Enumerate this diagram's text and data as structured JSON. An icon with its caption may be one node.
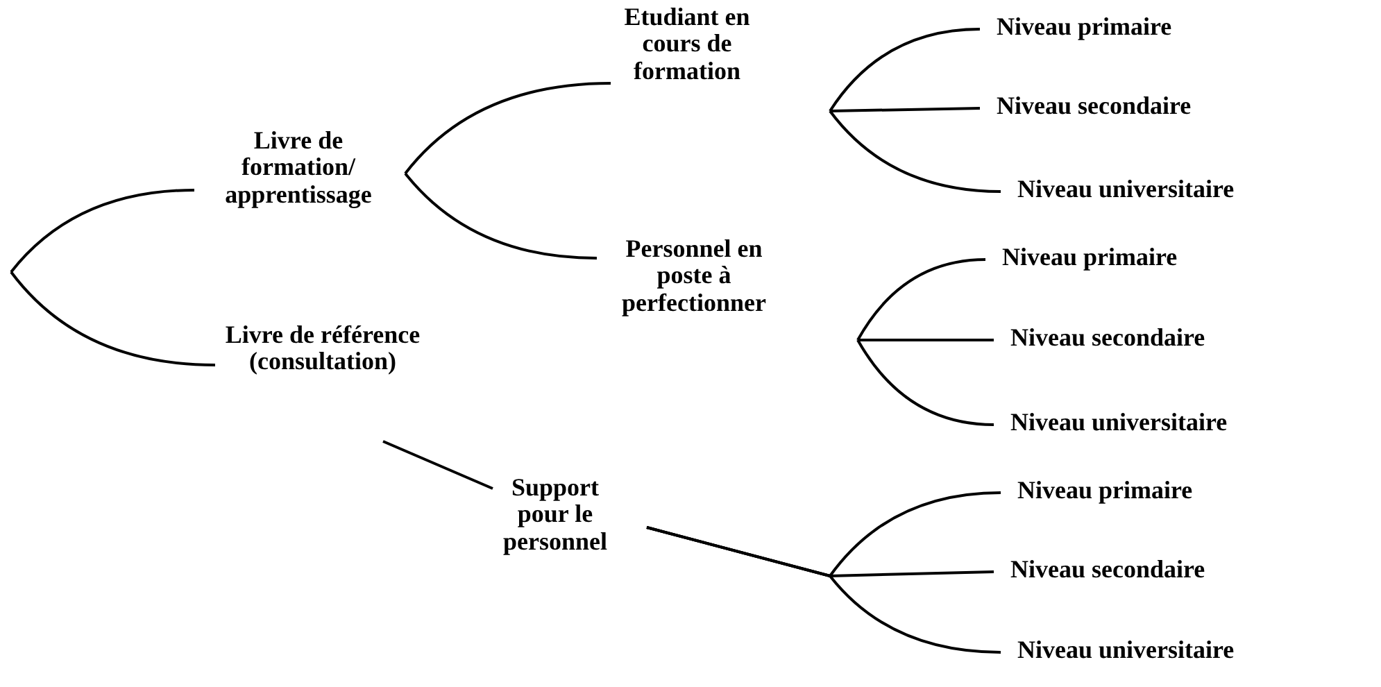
{
  "diagram": {
    "nodes": [
      {
        "text": [
          "Livre de formation/ apprentissage"
        ]
      },
      {
        "text": [
          "Etudiant en cours de formation"
        ]
      },
      {
        "text": [
          "Niveau primaire"
        ]
      },
      {
        "text": [
          "Niveau secondaire"
        ]
      },
      {
        "text": [
          "Niveau universitaire"
        ]
      },
      {
        "text": [
          "Personnel en poste à perfectionner"
        ]
      },
      {
        "text": [
          "Niveau primaire"
        ]
      },
      {
        "text": [
          "Niveau secondaire"
        ]
      },
      {
        "text": [
          "Niveau universitaire"
        ]
      },
      {
        "text": [
          "Livre de référence (consultation)"
        ]
      },
      {
        "text": [
          "Support pour le personnel"
        ]
      },
      {
        "text": [
          "Niveau primaire"
        ]
      },
      {
        "text": [
          "Niveau secondaire"
        ]
      },
      {
        "text": [
          "Niveau universitaire"
        ]
      }
    ],
    "edges": [
      {
        "from": null,
        "to": 0,
        "arrow": "none"
      },
      {
        "from": null,
        "to": 9,
        "arrow": "none"
      },
      {
        "from": 0,
        "to": 1,
        "arrow": "none"
      },
      {
        "from": 0,
        "to": 5,
        "arrow": "none"
      },
      {
        "from": 1,
        "to": 2,
        "arrow": "none"
      },
      {
        "from": 1,
        "to": 3,
        "arrow": "none"
      },
      {
        "from": 1,
        "to": 4,
        "arrow": "none"
      },
      {
        "from": 5,
        "to": 6,
        "arrow": "none"
      },
      {
        "from": 5,
        "to": 7,
        "arrow": "none"
      },
      {
        "from": 5,
        "to": 8,
        "arrow": "none"
      },
      {
        "from": 9,
        "to": 10,
        "arrow": "none"
      },
      {
        "from": 10,
        "to": 11,
        "arrow": "none"
      },
      {
        "from": 10,
        "to": 12,
        "arrow": "none"
      },
      {
        "from": 10,
        "to": 13,
        "arrow": "none"
      }
    ]
  }
}
